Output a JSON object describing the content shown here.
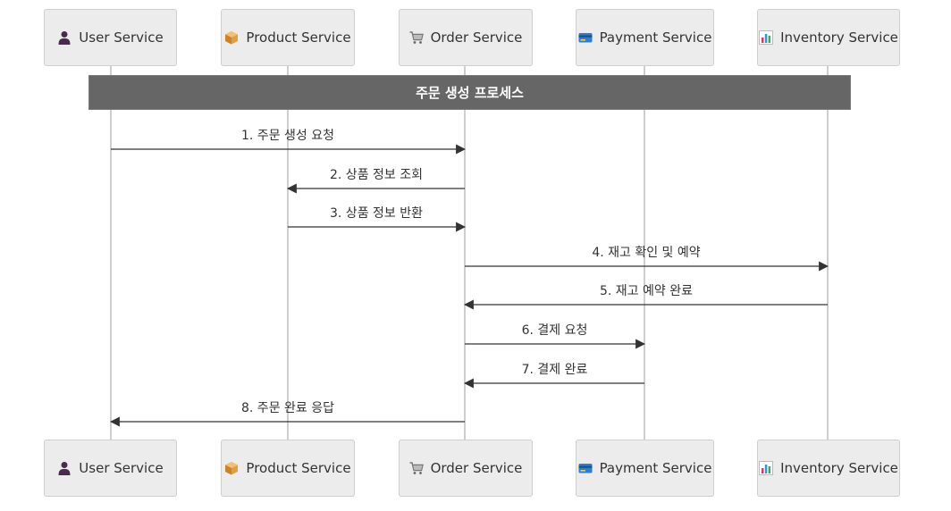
{
  "participants": [
    {
      "label": "User Service",
      "icon": "user-icon"
    },
    {
      "label": "Product Service",
      "icon": "package-icon"
    },
    {
      "label": "Order Service",
      "icon": "shopping-cart-icon"
    },
    {
      "label": "Payment Service",
      "icon": "credit-card-icon"
    },
    {
      "label": "Inventory Service",
      "icon": "bar-chart-icon"
    }
  ],
  "note": "주문 생성 프로세스",
  "messages": [
    {
      "label": "1. 주문 생성 요청",
      "from": 0,
      "to": 2
    },
    {
      "label": "2. 상품 정보 조회",
      "from": 2,
      "to": 1
    },
    {
      "label": "3. 상품 정보 반환",
      "from": 1,
      "to": 2
    },
    {
      "label": "4. 재고 확인 및 예약",
      "from": 2,
      "to": 4
    },
    {
      "label": "5. 재고 예약 완료",
      "from": 4,
      "to": 2
    },
    {
      "label": "6. 결제 요청",
      "from": 2,
      "to": 3
    },
    {
      "label": "7. 결제 완료",
      "from": 3,
      "to": 2
    },
    {
      "label": "8. 주문 완료 응답",
      "from": 2,
      "to": 0
    }
  ]
}
